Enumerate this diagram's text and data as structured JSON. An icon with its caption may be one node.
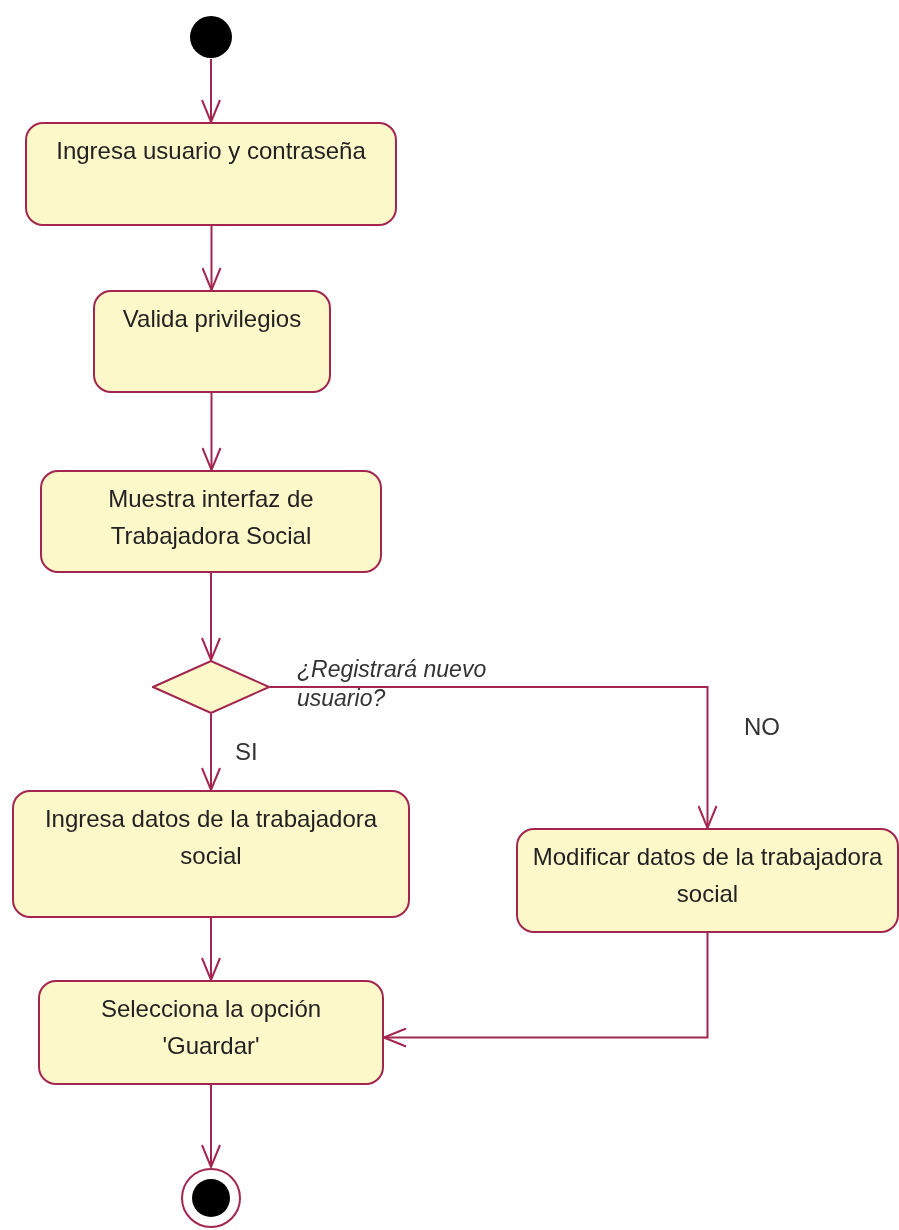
{
  "diagram": {
    "nodes": [
      {
        "text": [],
        "shape": "circle"
      },
      {
        "text": [
          "Ingresa usuario y contraseña"
        ]
      },
      {
        "text": [
          "Valida privilegios"
        ]
      },
      {
        "text": [
          "Muestra interfaz de Trabajadora Social"
        ]
      },
      {
        "text": [],
        "shape": "diamond",
        "beside": [
          "¿Registrará nuevo usuario?"
        ]
      },
      {
        "text": [
          "Ingresa datos de la trabajadora social"
        ]
      },
      {
        "text": [
          "Modificar datos de la trabajadora social"
        ]
      },
      {
        "text": [
          "Selecciona la opción 'Guardar'"
        ]
      },
      {
        "text": [],
        "shape": "bullseye"
      }
    ],
    "edges": [
      {
        "from": 0,
        "to": 1,
        "arrow": "to"
      },
      {
        "from": 1,
        "to": 2,
        "arrow": "to"
      },
      {
        "from": 2,
        "to": 3,
        "arrow": "to"
      },
      {
        "from": 3,
        "to": 4,
        "arrow": "to"
      },
      {
        "from": 4,
        "to": 5,
        "arrow": "to",
        "label": "SI"
      },
      {
        "from": 4,
        "to": 6,
        "arrow": "to",
        "label": "NO"
      },
      {
        "from": 5,
        "to": 7,
        "arrow": "to"
      },
      {
        "from": 6,
        "to": 7,
        "arrow": "to"
      },
      {
        "from": 7,
        "to": 8,
        "arrow": "to"
      }
    ]
  }
}
